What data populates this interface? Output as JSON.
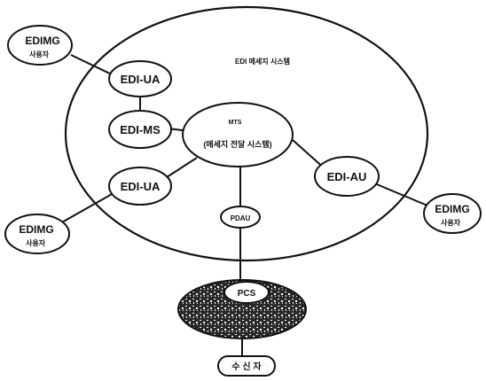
{
  "diagram": {
    "system_title": "EDI 메세지 시스템",
    "nodes": {
      "edimg_user_top_left": {
        "line1": "EDIMG",
        "line2": "사용자"
      },
      "edi_ua_top": {
        "label": "EDI-UA"
      },
      "edi_ms": {
        "label": "EDI-MS"
      },
      "mts": {
        "line1": "MTS",
        "line2": "(메세지 전달 시스템)"
      },
      "edi_ua_bottom": {
        "label": "EDI-UA"
      },
      "edimg_user_bottom_left": {
        "line1": "EDIMG",
        "line2": "사용자"
      },
      "edi_au": {
        "label": "EDI-AU"
      },
      "edimg_user_right": {
        "line1": "EDIMG",
        "line2": "사용자"
      },
      "pdau": {
        "label": "PDAU"
      },
      "pcs": {
        "label": "PCS"
      },
      "recipient": {
        "label": "수 신 자"
      }
    }
  }
}
